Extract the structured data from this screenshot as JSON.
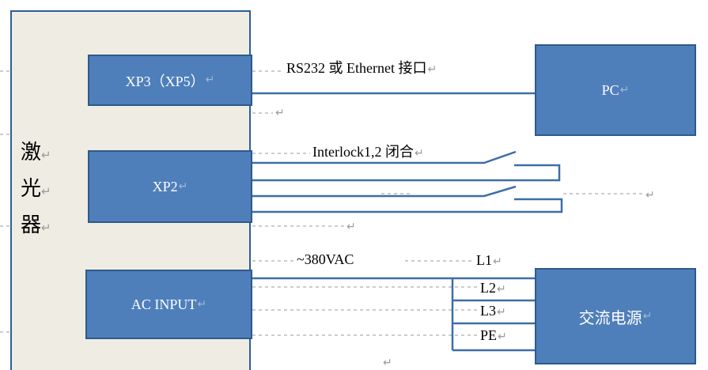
{
  "laser": {
    "chars": [
      "激",
      "光",
      "器"
    ]
  },
  "blocks": {
    "xp3": "XP3（XP5）",
    "xp2": "XP2",
    "ac_input": "AC INPUT",
    "pc": "PC",
    "power": "交流电源"
  },
  "labels": {
    "rs232": "RS232 或 Ethernet 接口",
    "interlock": "Interlock1,2 闭合",
    "voltage": "~380VAC",
    "l1": "L1",
    "l2": "L2",
    "l3": "L3",
    "pe": "PE"
  },
  "marks": {
    "return": "↵"
  },
  "colors": {
    "block_fill": "#4f7fba",
    "block_border": "#2e5a8a",
    "laser_fill": "#efece3",
    "wire": "#3d6ea8"
  }
}
